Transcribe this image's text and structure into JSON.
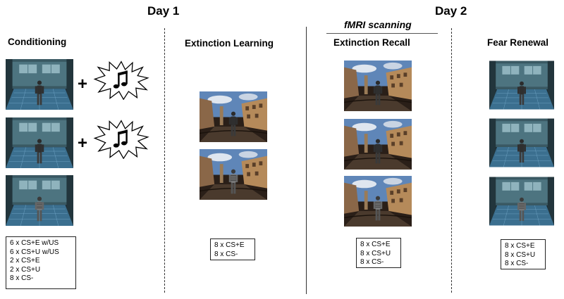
{
  "days": {
    "day1": "Day 1",
    "day2": "Day 2"
  },
  "fmri_label": "fMRI scanning",
  "phases": {
    "conditioning": {
      "title": "Conditioning",
      "trials": [
        "6 x CS+E w/US",
        "6 x CS+U w/US",
        "2 x CS+E",
        "2 x CS+U",
        "8 x CS-"
      ]
    },
    "extinction_learning": {
      "title": "Extinction Learning",
      "trials": [
        "8 x CS+E",
        "8 x CS-"
      ]
    },
    "extinction_recall": {
      "title": "Extinction Recall",
      "trials": [
        "8 x CS+E",
        "8 x CS+U",
        "8 x CS-"
      ]
    },
    "fear_renewal": {
      "title": "Fear Renewal",
      "trials": [
        "8 x CS+E",
        "8 x CS+U",
        "8 x CS-"
      ]
    }
  },
  "icons": {
    "us_stimulus": "music-note-burst-icon",
    "plus": "+"
  },
  "colors": {
    "conditioning_context": "#2f4a55",
    "conditioning_floor": "#3b6f8f",
    "extinction_sky": "#5f86b8",
    "extinction_building": "#b58a5a"
  }
}
